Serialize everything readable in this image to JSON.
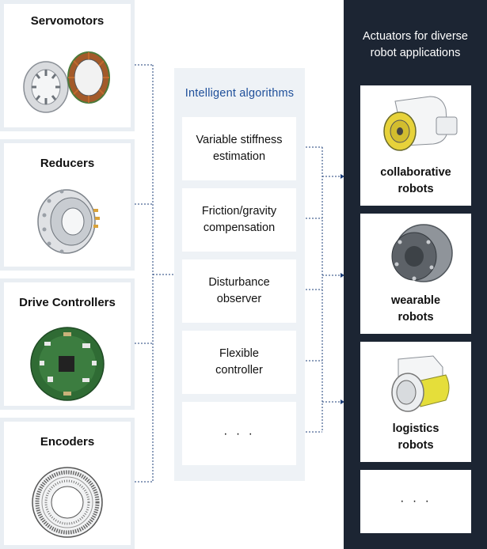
{
  "components": [
    {
      "title": "Servomotors",
      "icon": "servomotor-icon"
    },
    {
      "title": "Reducers",
      "icon": "reducer-icon"
    },
    {
      "title": "Drive Controllers",
      "icon": "drive-controller-icon"
    },
    {
      "title": "Encoders",
      "icon": "encoder-icon"
    }
  ],
  "algorithms": {
    "title": "Intelligent  algorithms",
    "items": [
      {
        "line1": "Variable stiffness",
        "line2": "estimation"
      },
      {
        "line1": "Friction/gravity",
        "line2": "compensation"
      },
      {
        "line1": "Disturbance",
        "line2": "observer"
      },
      {
        "line1": "Flexible",
        "line2": "controller"
      },
      {
        "line1": "· · ·",
        "line2": ""
      }
    ]
  },
  "actuators": {
    "title_line1": "Actuators for diverse",
    "title_line2": "robot applications",
    "items": [
      {
        "line1": "collaborative",
        "line2": "robots",
        "icon": "collaborative-robot-actuator-icon"
      },
      {
        "line1": "wearable",
        "line2": "robots",
        "icon": "wearable-robot-actuator-icon"
      },
      {
        "line1": "logistics",
        "line2": "robots",
        "icon": "logistics-robot-actuator-icon"
      },
      {
        "line1": "· · ·",
        "line2": ""
      }
    ]
  },
  "colors": {
    "accent": "#1e4f9a",
    "dark_panel": "#1c2533",
    "light_panel": "#eef2f6",
    "connector": "#1e3f7a"
  }
}
